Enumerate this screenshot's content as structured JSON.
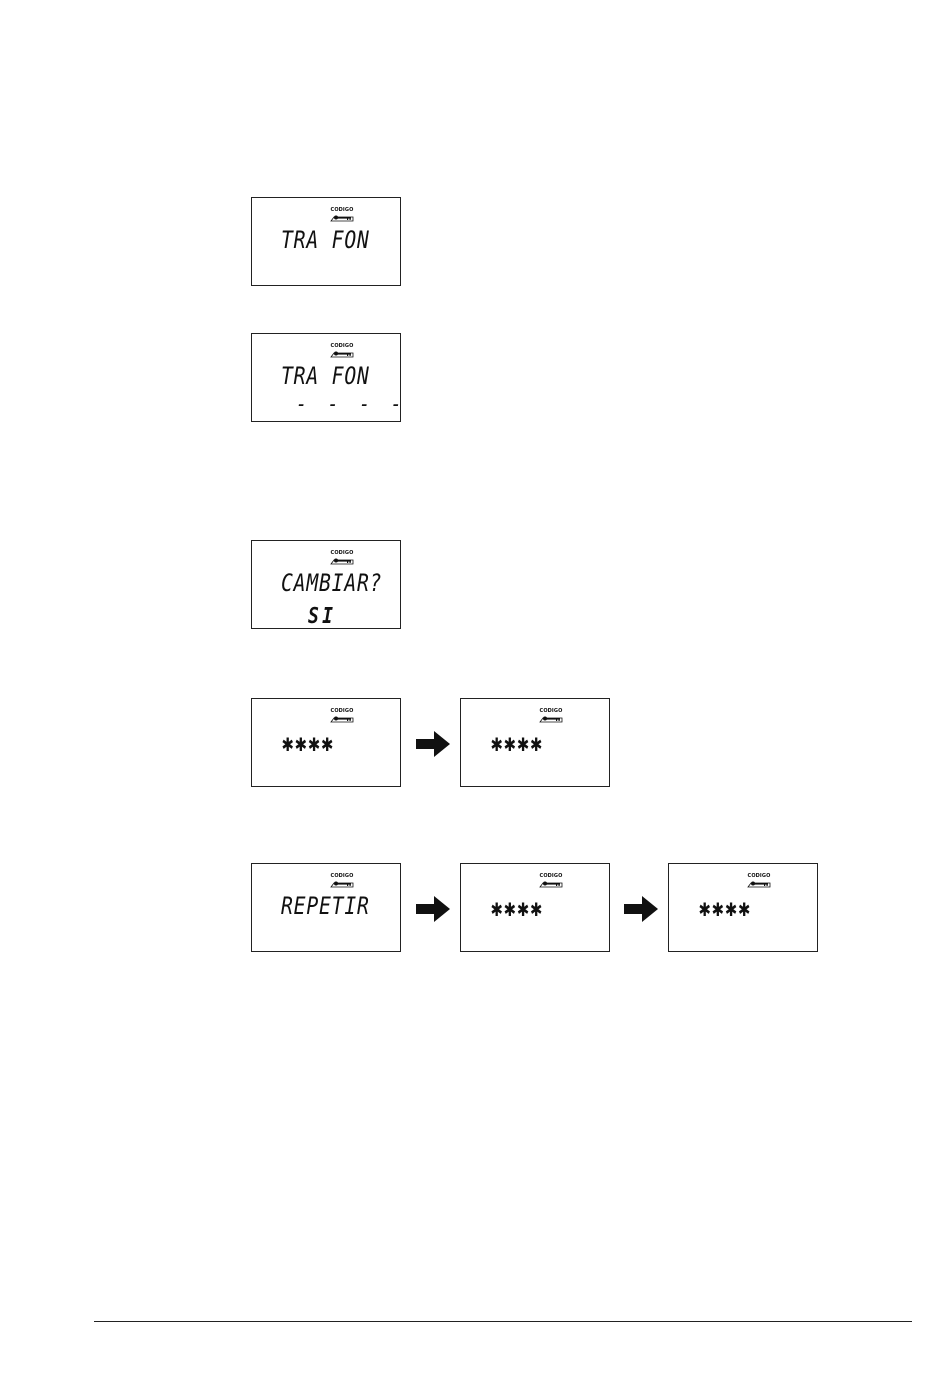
{
  "badge_label": "CODIGO",
  "displays": {
    "d1": {
      "line1": "TRA FON",
      "line2": ""
    },
    "d2": {
      "line1": "TRA FON",
      "line2": "- - - -"
    },
    "d3": {
      "line1": "CAMBIAR?",
      "line2": "SI"
    },
    "d4": {
      "line1": "✱✱✱✱"
    },
    "d5": {
      "line1": "✱✱✱✱"
    },
    "d6": {
      "line1": "REPETIR"
    },
    "d7": {
      "line1": "✱✱✱✱"
    },
    "d8": {
      "line1": "✱✱✱✱"
    }
  },
  "colors": {
    "ink": "#111111",
    "border": "#222222",
    "background": "#ffffff"
  },
  "icons": {
    "badge": "key-icon",
    "arrow": "right-arrow-icon"
  }
}
